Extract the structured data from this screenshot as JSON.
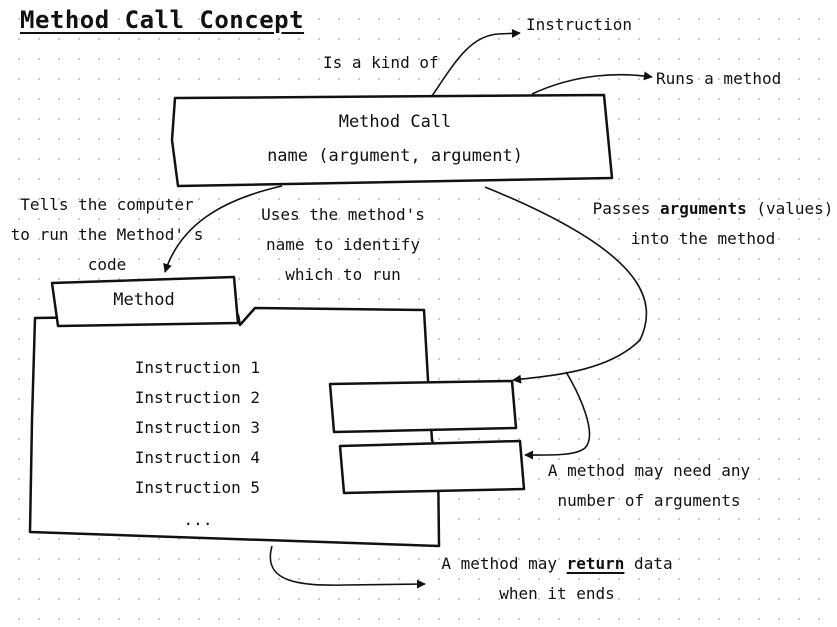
{
  "title": "Method Call Concept",
  "method_call": {
    "heading": "Method Call",
    "signature": "name (argument, argument)"
  },
  "labels": {
    "instruction": "Instruction",
    "is_a_kind_of": "Is a kind of",
    "runs_a_method": "Runs a method",
    "tells_line1": "Tells the computer",
    "tells_line2": "to run the Method' s",
    "tells_line3": "code",
    "uses_line1": "Uses the method's",
    "uses_line2": "name to identify",
    "uses_line3": "which to run",
    "passes_prefix": "Passes ",
    "passes_bold": "arguments",
    "passes_suffix": " (values)",
    "passes_line2": "into the method",
    "needs_line1": "A method may need any",
    "needs_line2": "number of arguments",
    "return_prefix": "A method may ",
    "return_bold": "return",
    "return_suffix": " data",
    "return_line2": "when it ends"
  },
  "method": {
    "tab_label": "Method",
    "instructions": [
      "Instruction 1",
      "Instruction 2",
      "Instruction 3",
      "Instruction 4",
      "Instruction 5"
    ],
    "ellipsis": "..."
  }
}
